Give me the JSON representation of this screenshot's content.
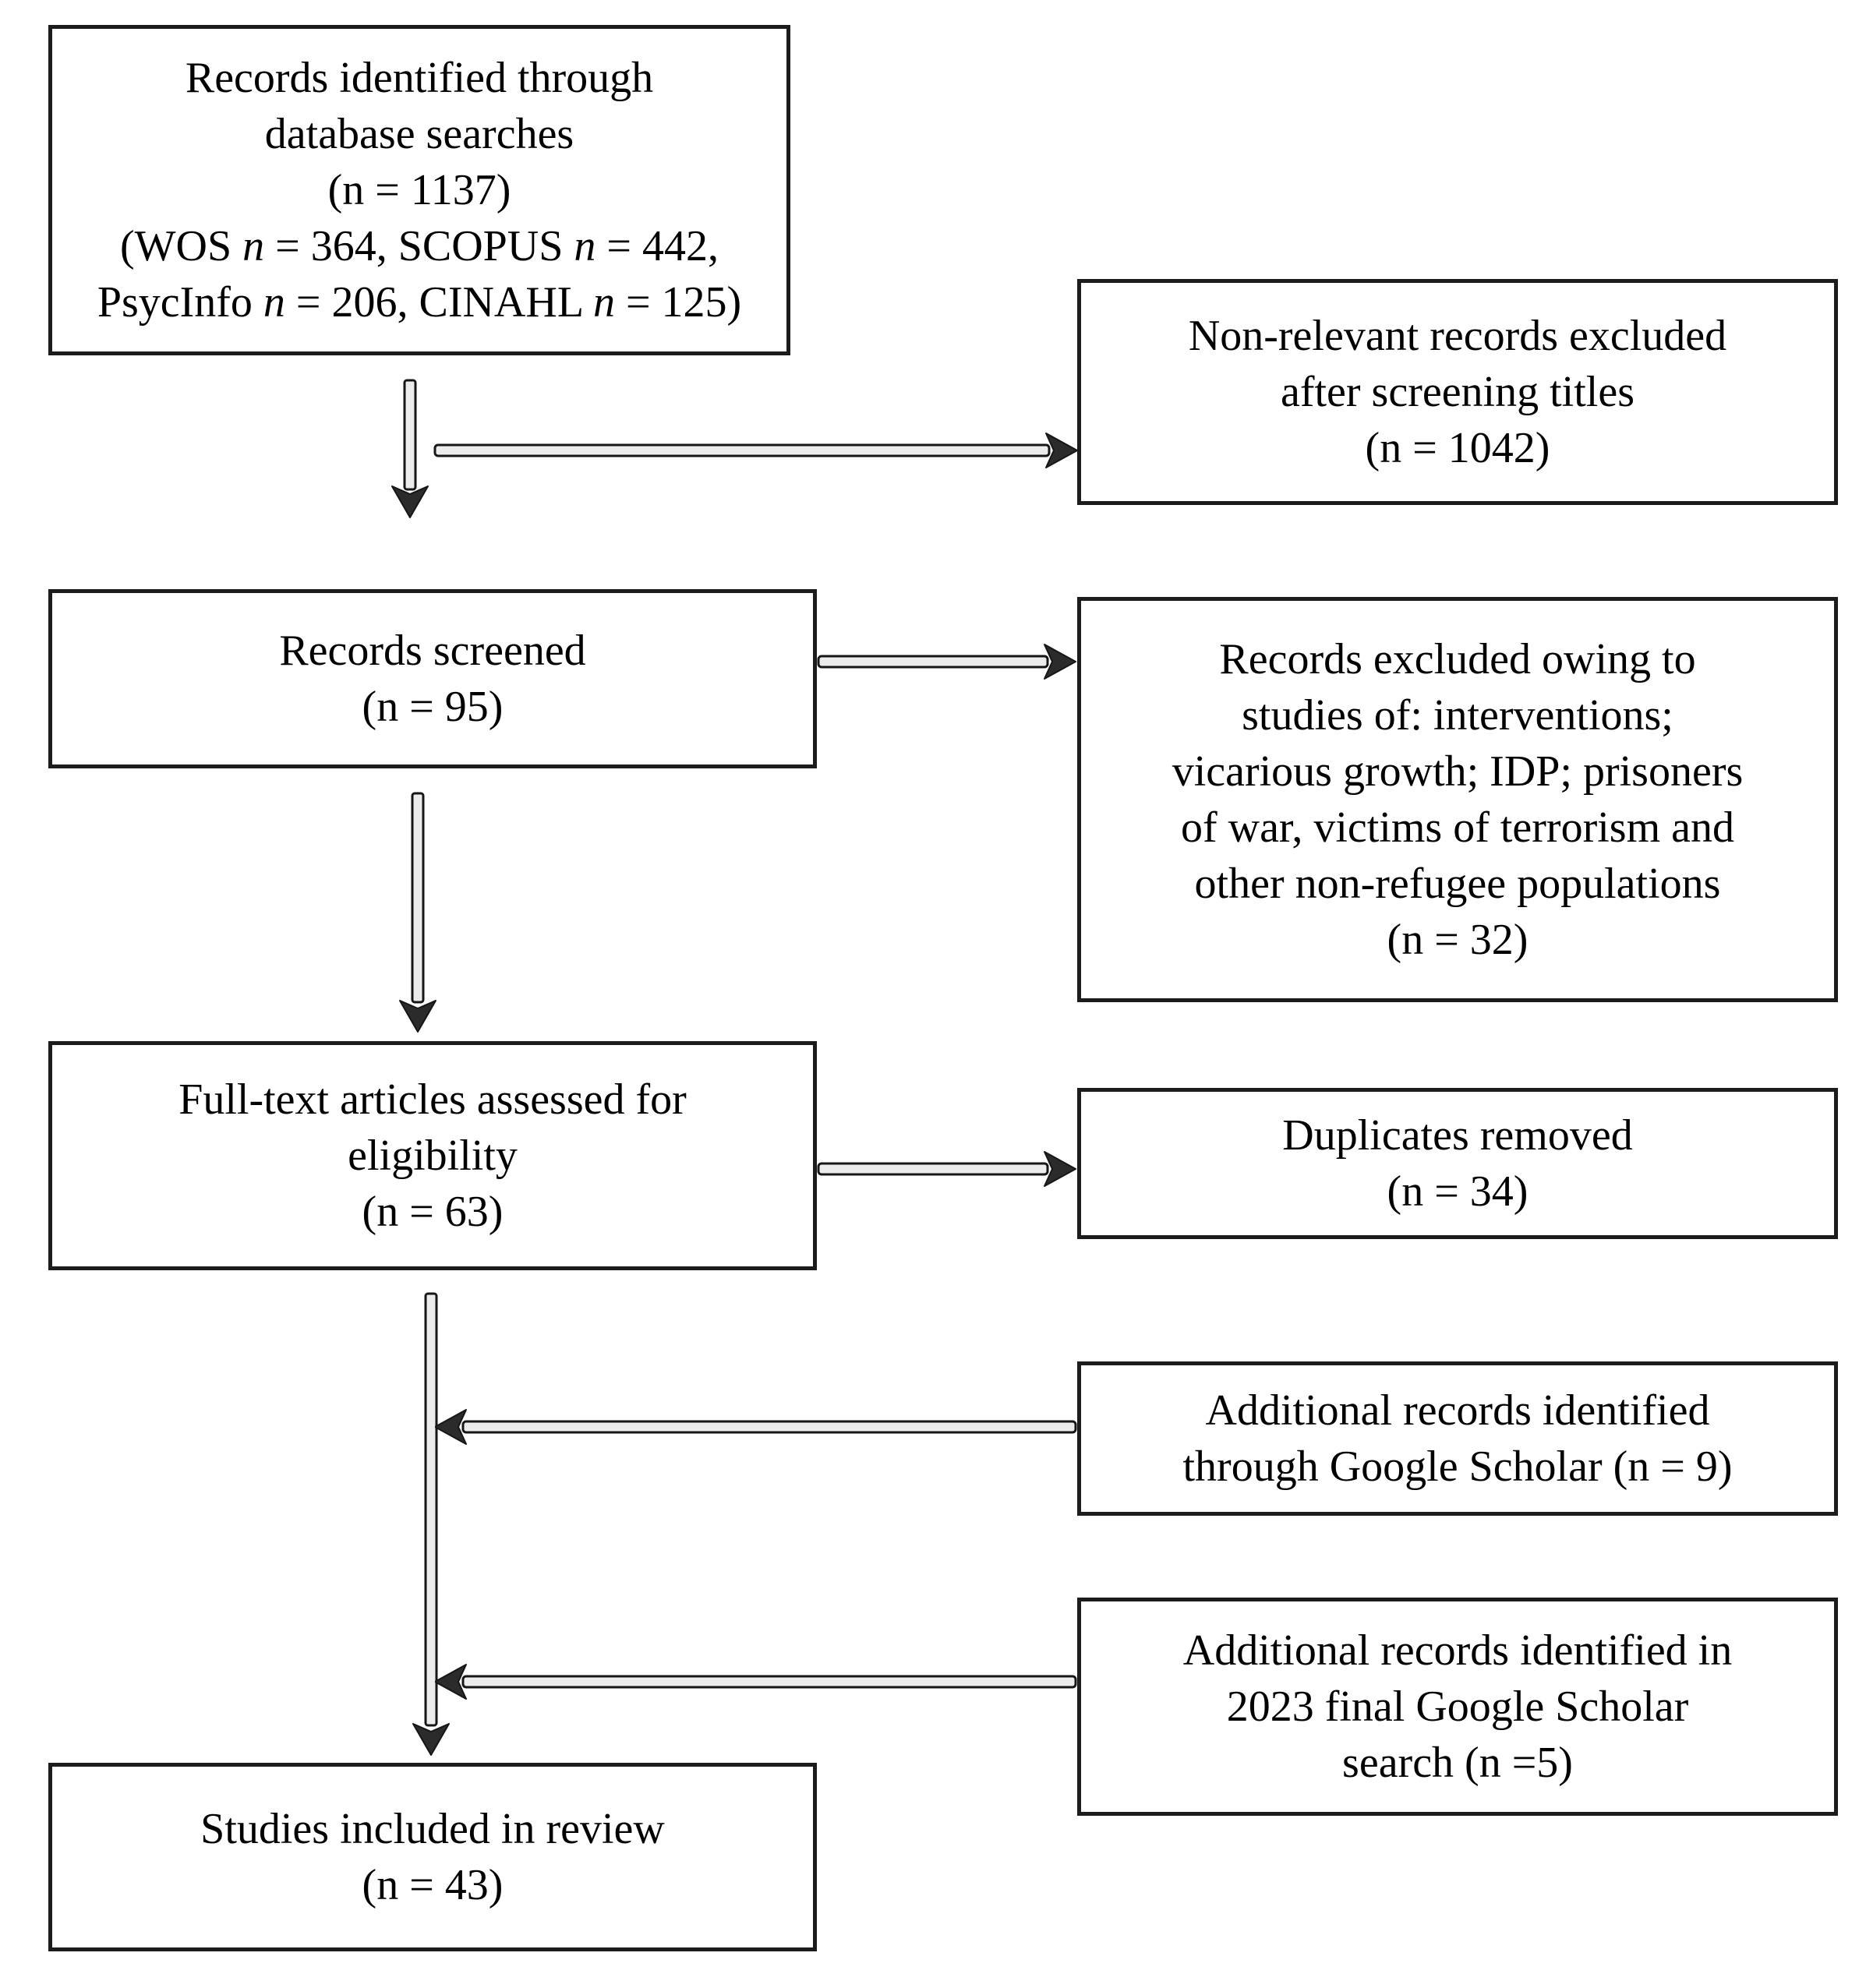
{
  "colors": {
    "box_border": "#1c1c1c",
    "text": "#000000",
    "background": "#ffffff",
    "arrow_shaft_fill": "#ececec",
    "arrow_outline": "#161616",
    "arrow_head": "#2b2b2b"
  },
  "boxes": {
    "identified": {
      "lines": [
        "Records identified through",
        "database searches",
        "(n = 1137)",
        [
          {
            "text": "(WOS "
          },
          {
            "text": "n",
            "italic": true
          },
          {
            "text": " = 364, SCOPUS "
          },
          {
            "text": "n",
            "italic": true
          },
          {
            "text": " = 442,"
          }
        ],
        [
          {
            "text": "PsycInfo "
          },
          {
            "text": "n",
            "italic": true
          },
          {
            "text": " = 206, CINAHL "
          },
          {
            "text": "n",
            "italic": true
          },
          {
            "text": " = 125)"
          }
        ]
      ]
    },
    "nonrelevant_excluded": {
      "lines": [
        "Non-relevant records excluded",
        "after screening titles",
        "(n = 1042)"
      ]
    },
    "screened": {
      "lines": [
        "Records screened",
        "(n = 95)"
      ]
    },
    "excluded_reasons": {
      "lines": [
        "Records excluded owing to",
        "studies of: interventions;",
        "vicarious growth; IDP; prisoners",
        "of war, victims of terrorism and",
        "other non-refugee populations",
        "(n = 32)"
      ]
    },
    "fulltext": {
      "lines": [
        "Full-text articles assessed for",
        "eligibility",
        "(n = 63)"
      ]
    },
    "duplicates": {
      "lines": [
        "Duplicates removed",
        "(n = 34)"
      ]
    },
    "google_scholar": {
      "lines": [
        "Additional records identified",
        "through Google Scholar (n = 9)"
      ]
    },
    "google_scholar_2023": {
      "lines": [
        "Additional records identified in",
        "2023 final Google Scholar",
        "search (n =5)"
      ]
    },
    "included": {
      "lines": [
        "Studies included in review",
        "(n = 43)"
      ]
    }
  }
}
